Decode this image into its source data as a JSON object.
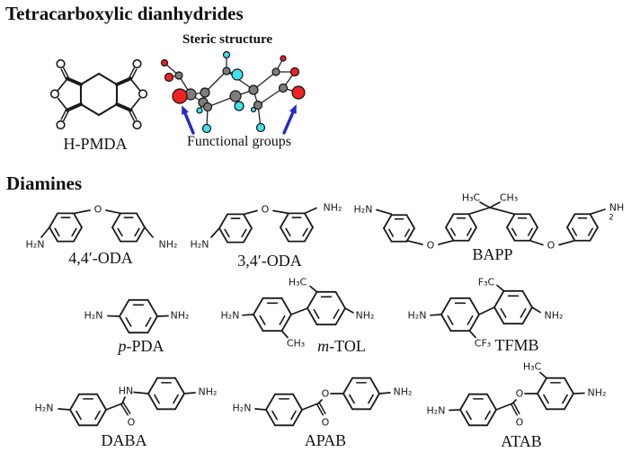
{
  "headings": {
    "dianhydrides": "Tetracarboxylic dianhydrides",
    "diamines": "Diamines",
    "steric": "Steric structure",
    "functional": "Functional groups"
  },
  "dianhydride": {
    "name": "H-PMDA"
  },
  "atoms": {
    "h2n": "H₂N",
    "nh2": "NH₂",
    "nh": "NH",
    "hn": "HN",
    "two": "2",
    "o": "O",
    "h3c": "H₃C",
    "ch3": "CH₃",
    "f3c": "F₃C",
    "cf3": "CF₃"
  },
  "molecules": [
    {
      "id": "oda44",
      "prefix": "",
      "name": "4,4′-ODA"
    },
    {
      "id": "oda34",
      "prefix": "",
      "name": "3,4′-ODA"
    },
    {
      "id": "bapp",
      "prefix": "",
      "name": "BAPP"
    },
    {
      "id": "ppda",
      "prefix": "p",
      "name": "-PDA"
    },
    {
      "id": "mtol",
      "prefix": "m",
      "name": "-TOL"
    },
    {
      "id": "tfmb",
      "prefix": "",
      "name": "TFMB"
    },
    {
      "id": "daba",
      "prefix": "",
      "name": "DABA"
    },
    {
      "id": "apab",
      "prefix": "",
      "name": "APAB"
    },
    {
      "id": "atab",
      "prefix": "",
      "name": "ATAB"
    }
  ],
  "colors": {
    "ink": "#1a1a1a",
    "carbon": "#7d7d7d",
    "oxygen": "#ee2222",
    "hydrogen": "#3fe2ec",
    "arrow": "#2727cf",
    "stick": "#222222"
  }
}
